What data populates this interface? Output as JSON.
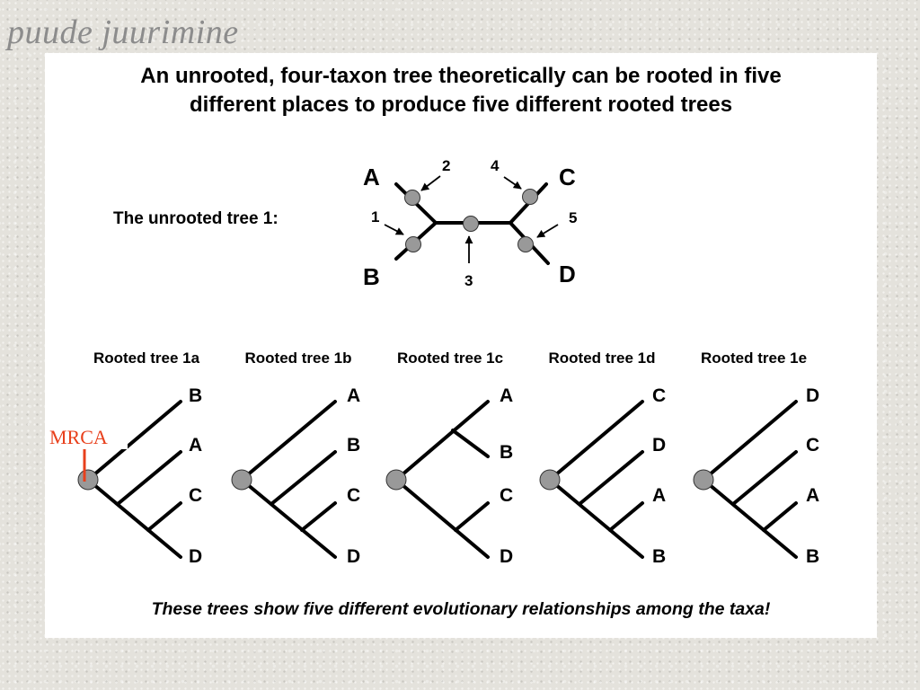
{
  "slide": {
    "title": "puude juurimine"
  },
  "panel": {
    "heading_line1": "An unrooted, four-taxon tree theoretically can be rooted in five",
    "heading_line2": "different places to produce five different rooted trees",
    "unrooted_label": "The unrooted tree 1:",
    "caption": "These trees show five different evolutionary relationships among the taxa!"
  },
  "unrooted_tree": {
    "taxa": [
      "A",
      "B",
      "C",
      "D"
    ],
    "root_positions": [
      "1",
      "2",
      "3",
      "4",
      "5"
    ]
  },
  "rooted_trees": [
    {
      "label": "Rooted tree 1a",
      "leaves": [
        "B",
        "A",
        "C",
        "D"
      ]
    },
    {
      "label": "Rooted tree 1b",
      "leaves": [
        "A",
        "B",
        "C",
        "D"
      ]
    },
    {
      "label": "Rooted tree 1c",
      "leaves": [
        "A",
        "B",
        "C",
        "D"
      ]
    },
    {
      "label": "Rooted tree 1d",
      "leaves": [
        "C",
        "D",
        "A",
        "B"
      ]
    },
    {
      "label": "Rooted tree 1e",
      "leaves": [
        "D",
        "C",
        "A",
        "B"
      ]
    }
  ],
  "annotation": {
    "mrca_label": "MRCA",
    "color": "#e8401c"
  },
  "colors": {
    "node_fill": "#999999",
    "branch": "#000000",
    "panel_background": "#ffffff",
    "title": "#8c8c8c"
  }
}
